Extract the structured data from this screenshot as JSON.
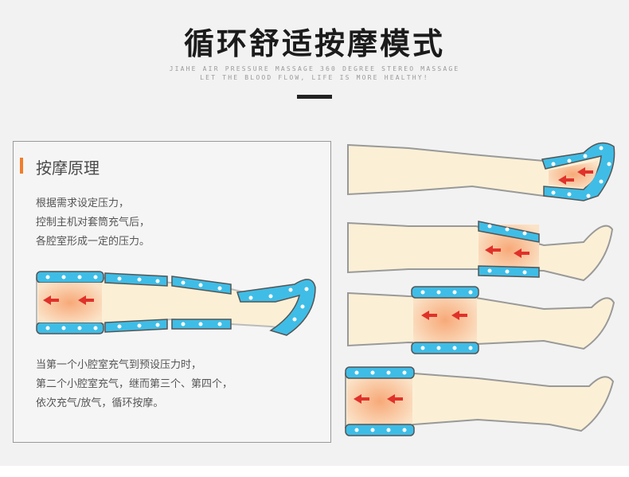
{
  "header": {
    "title": "循环舒适按摩模式",
    "subtitle_line1": "JIAHE AIR PRESSURE MASSAGE 360 DEGREE STEREO MASSAGE",
    "subtitle_line2": "LET THE BLOOD FLOW, LIFE IS MORE HEALTHY!"
  },
  "panel": {
    "heading": "按摩原理",
    "intro": [
      "根据需求设定压力，",
      "控制主机对套筒充气后，",
      "各腔室形成一定的压力。"
    ],
    "sequence": [
      "当第一个小腔室充气到预设压力时，",
      "第二个小腔室充气，继而第三个、第四个，",
      "依次充气/放气，循环按摩。"
    ]
  },
  "diagrams": {
    "main_leg": "full-leg-4-chamber-icon",
    "steps": [
      "foot-chamber-inflated-icon",
      "calf-chamber-inflated-icon",
      "knee-chamber-inflated-icon",
      "thigh-chamber-inflated-icon"
    ]
  },
  "colors": {
    "accent": "#f07d2b",
    "chamber_blue": "#3fbde6",
    "skin": "#fbf0d6",
    "pressure_glow": "#f3b08a",
    "arrow_red": "#e0312a"
  }
}
